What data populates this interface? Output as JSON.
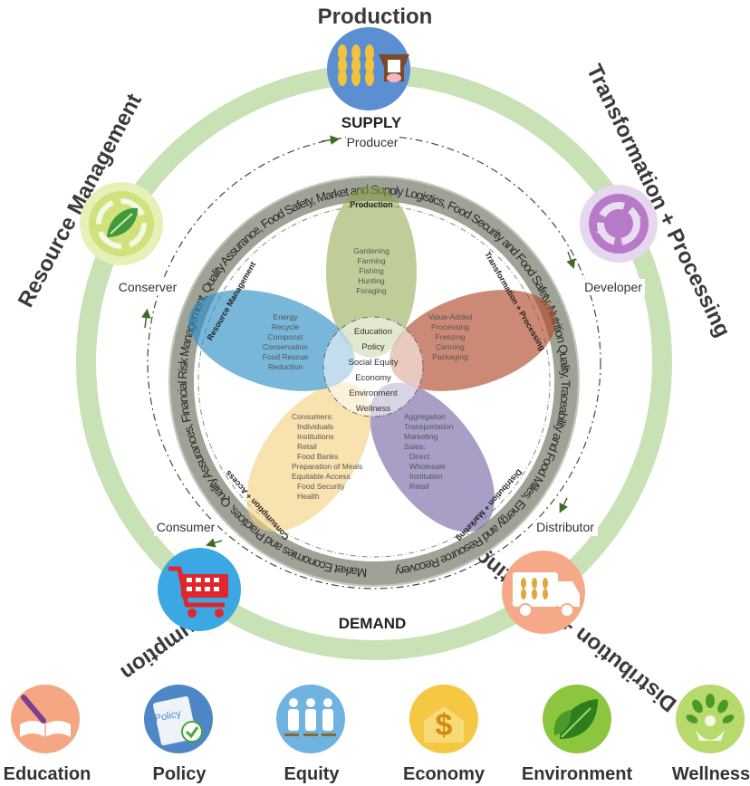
{
  "supply_label": "SUPPLY",
  "demand_label": "DEMAND",
  "stages": [
    {
      "name": "Production",
      "icon": "wheat-and-cow-icon"
    },
    {
      "name": "Transformation + Processing",
      "icon": "recycle-arrows-icon"
    },
    {
      "name": "Distribution + Marketing",
      "icon": "delivery-truck-icon"
    },
    {
      "name": "Consumption",
      "icon": "shopping-cart-icon"
    },
    {
      "name": "Resource Management",
      "icon": "recycle-leaf-icon"
    }
  ],
  "roles": {
    "producer": "Producer",
    "developer": "Developer",
    "distributor": "Distributor",
    "consumer": "Consumer",
    "conserver": "Conserver"
  },
  "ring_text": "Market Economies and Practices,  Quality Assurances,  Financial Risk Management,  Quality Assurance,  Food Safety,  Market and Supply Logistics,  Food Security and Food Safety,  Nutrition Quality,  Traceability and Food Miles,  Energy and Resource Recovery",
  "petals": [
    {
      "title": "Production",
      "items": [
        "Gardening",
        "Farming",
        "Fishing",
        "Hunting",
        "Foraging"
      ],
      "color": "#8aa444"
    },
    {
      "title": "Transformation + Processing",
      "items": [
        "Value-Added",
        "Processing",
        "Freezing",
        "Canning",
        "Packaging"
      ],
      "color": "#b0492c"
    },
    {
      "title": "Distribution + Marketing",
      "items": [
        "Aggregation",
        "Transportation",
        "Marketing",
        "Sales:",
        "Direct",
        "Wholesale",
        "Institution",
        "Retail"
      ],
      "color": "#7a6aa8"
    },
    {
      "title": "Consumption + Access",
      "items": [
        "Consumers:",
        "Individuals",
        "Institutions",
        "Retail",
        "Food Banks",
        "Preparation of Meals",
        "Equitable Access",
        "Food Security",
        "Health"
      ],
      "color": "#f3cf7a"
    },
    {
      "title": "Resource Management",
      "items": [
        "Energy",
        "Recycle",
        "Componst",
        "Conservation",
        "Food Rescue",
        "Reduction"
      ],
      "color": "#2f8fc6"
    }
  ],
  "center_items": [
    "Education",
    "Policy",
    "Social Equity",
    "Economy",
    "Environment",
    "Wellness"
  ],
  "values": [
    {
      "label": "Education",
      "icon": "book-pencil-icon",
      "color": "#f5a784"
    },
    {
      "label": "Policy",
      "icon": "policy-document-icon",
      "color": "#4f86c6"
    },
    {
      "label": "Equity",
      "icon": "people-icon",
      "color": "#6fb3e0"
    },
    {
      "label": "Economy",
      "icon": "dollar-icon",
      "color": "#f4c842"
    },
    {
      "label": "Environment",
      "icon": "leaf-icon",
      "color": "#8cc63f"
    },
    {
      "label": "Wellness",
      "icon": "person-tree-icon",
      "color": "#b8d96b"
    }
  ]
}
